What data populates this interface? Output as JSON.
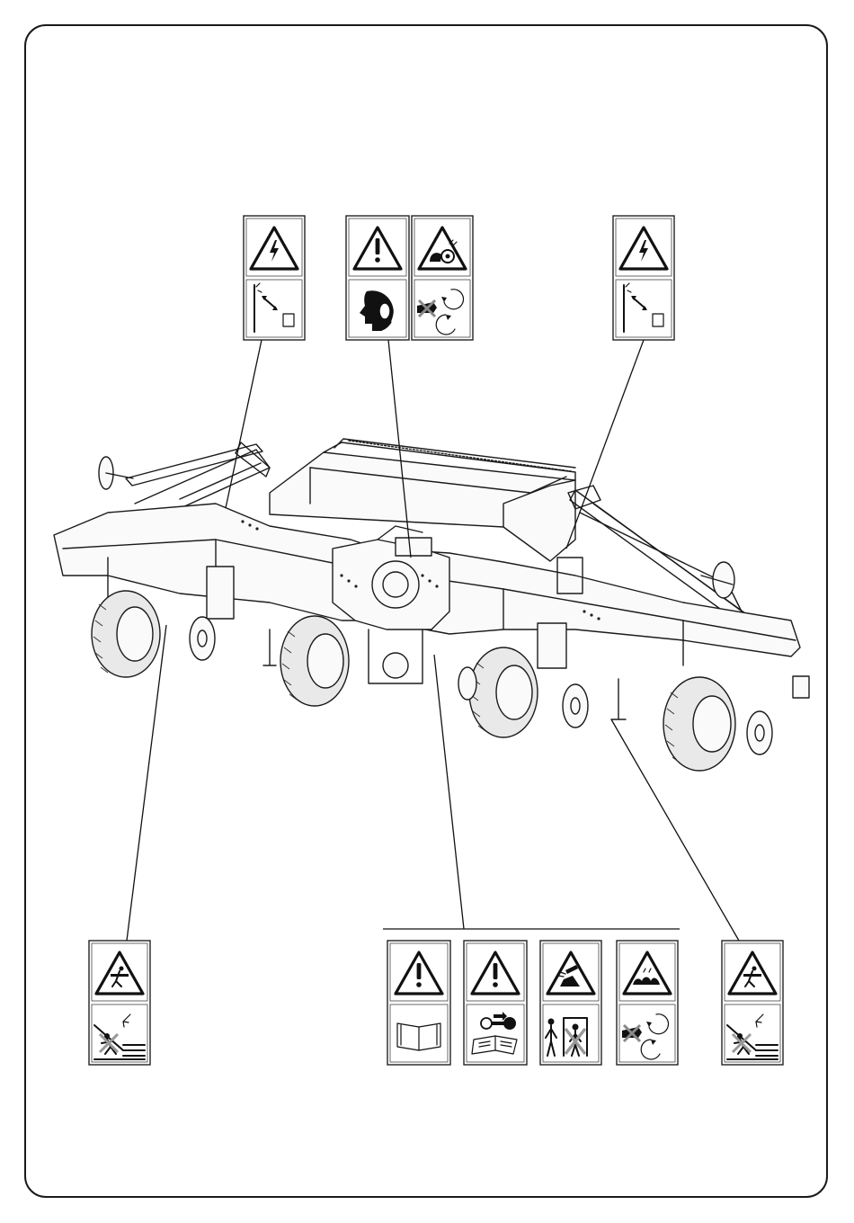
{
  "figure": {
    "subject": "seed-drill-safety-decal-locations",
    "colors": {
      "line": "#111111",
      "background": "#ffffff"
    }
  },
  "decals": [
    {
      "id": "top-left",
      "icons": [
        "warning-electric-icon",
        "overhead-power-line-distance-icon"
      ]
    },
    {
      "id": "top-center-1",
      "icons": [
        "warning-general-icon",
        "hearing-protection-icon"
      ]
    },
    {
      "id": "top-center-2",
      "icons": [
        "warning-rotating-parts-icon",
        "no-hands-rotating-parts-icon"
      ]
    },
    {
      "id": "top-right",
      "icons": [
        "warning-electric-icon",
        "overhead-power-line-distance-icon"
      ]
    },
    {
      "id": "bottom-left",
      "icons": [
        "warning-fall-hazard-icon",
        "no-climbing-on-machine-icon"
      ]
    },
    {
      "id": "bottom-1",
      "icons": [
        "warning-general-icon",
        "read-manual-icon"
      ]
    },
    {
      "id": "bottom-2",
      "icons": [
        "warning-general-icon",
        "remove-key-read-manual-icon"
      ]
    },
    {
      "id": "bottom-3",
      "icons": [
        "warning-crush-hazard-icon",
        "keep-distance-folding-icon"
      ]
    },
    {
      "id": "bottom-4",
      "icons": [
        "warning-entanglement-icon",
        "no-hands-rotating-parts-icon"
      ]
    },
    {
      "id": "bottom-right",
      "icons": [
        "warning-fall-hazard-icon",
        "no-climbing-on-machine-icon"
      ]
    }
  ]
}
